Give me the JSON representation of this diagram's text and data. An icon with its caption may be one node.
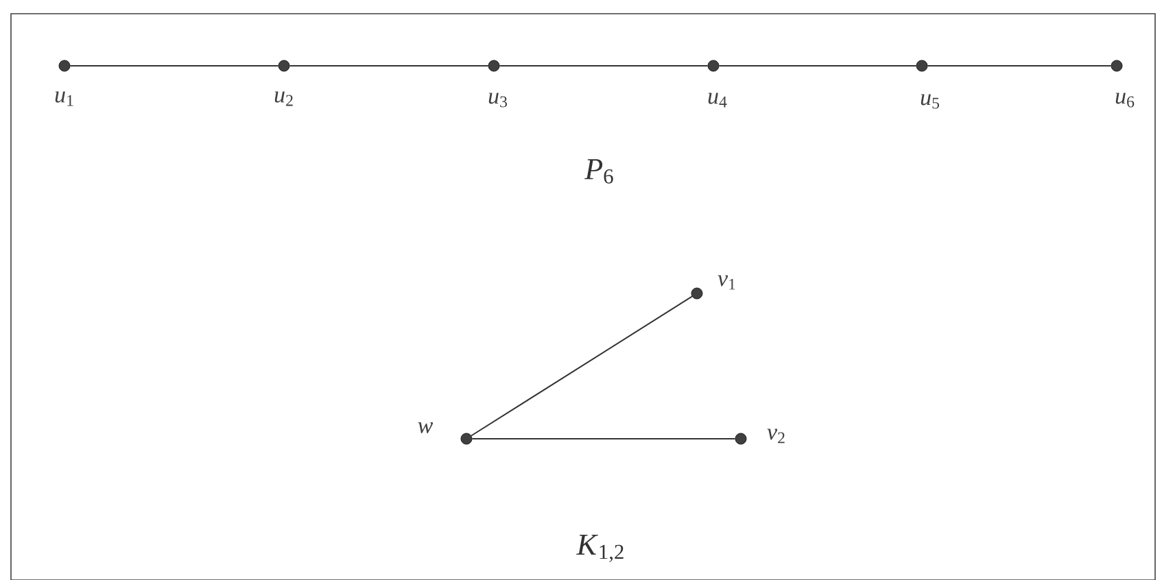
{
  "diagram": {
    "nodes": [
      {
        "text": [],
        "shape": "circle",
        "beside": [
          "*u*$_{1}$"
        ]
      },
      {
        "text": [],
        "shape": "circle",
        "beside": [
          "*u*$_{2}$"
        ]
      },
      {
        "text": [],
        "shape": "circle",
        "beside": [
          "*u*$_{3}$"
        ]
      },
      {
        "text": [],
        "shape": "circle",
        "beside": [
          "*u*$_{4}$"
        ]
      },
      {
        "text": [],
        "shape": "circle",
        "beside": [
          "*u*$_{5}$"
        ]
      },
      {
        "text": [],
        "shape": "circle",
        "beside": [
          "*u*$_{6}$"
        ]
      },
      {
        "text": [],
        "shape": "circle",
        "beside": [
          "*v*$_{1}$"
        ]
      },
      {
        "text": [],
        "shape": "circle",
        "beside": [
          "*w*"
        ]
      },
      {
        "text": [],
        "shape": "circle",
        "beside": [
          "*v*$_{2}$"
        ]
      }
    ],
    "edges": [
      {
        "from": 0,
        "to": 1,
        "arrow": "none"
      },
      {
        "from": 1,
        "to": 2,
        "arrow": "none"
      },
      {
        "from": 2,
        "to": 3,
        "arrow": "none"
      },
      {
        "from": 3,
        "to": 4,
        "arrow": "none"
      },
      {
        "from": 4,
        "to": 5,
        "arrow": "none"
      },
      {
        "from": 7,
        "to": 6,
        "arrow": "none"
      },
      {
        "from": 7,
        "to": 8,
        "arrow": "none"
      }
    ],
    "labels": [
      "*P*$_{6}$",
      "*K*$_{1,2}$"
    ]
  }
}
